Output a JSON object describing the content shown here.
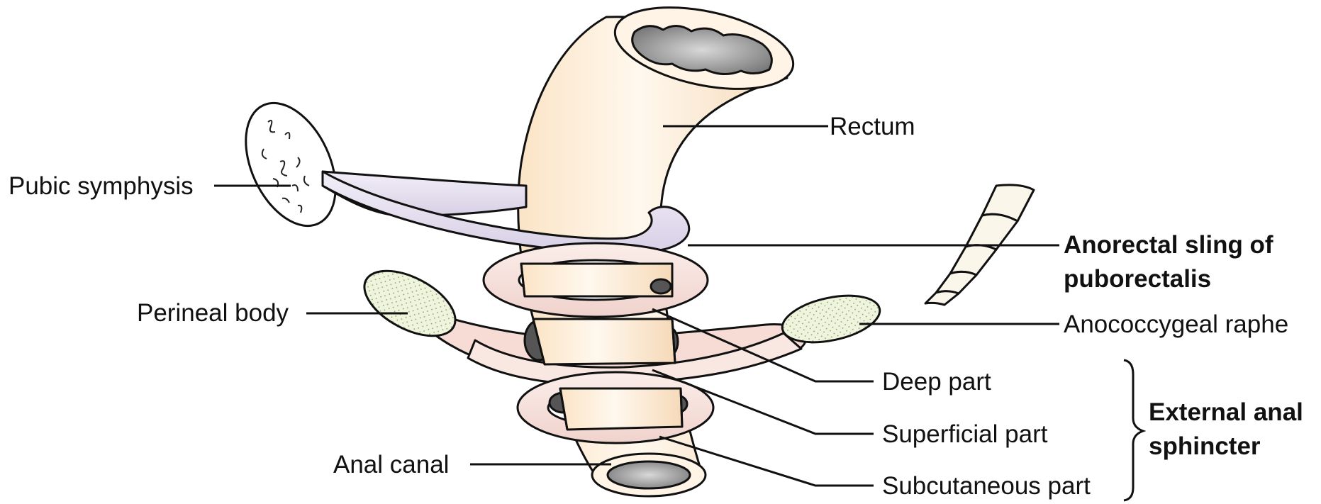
{
  "labels": {
    "rectum": "Rectum",
    "pubic_symphysis": "Pubic symphysis",
    "anorectal_sling_line1": "Anorectal sling of",
    "anorectal_sling_line2": "puborectalis",
    "perineal_body": "Perineal body",
    "anococcygeal_raphe": "Anococcygeal raphe",
    "deep_part": "Deep part",
    "superficial_part": "Superficial part",
    "subcutaneous_part": "Subcutaneous part",
    "anal_canal": "Anal canal",
    "external_anal_sphincter_line1": "External anal",
    "external_anal_sphincter_line2": "sphincter"
  },
  "colors": {
    "rectum_fill": "#fdf0de",
    "sling_fill": "#e6e0f0",
    "sphincter_fill": "#f8e6e2",
    "ligament_fill": "#eef5dc",
    "lumen_fill": "#9b9b9b",
    "outline": "#111111"
  }
}
